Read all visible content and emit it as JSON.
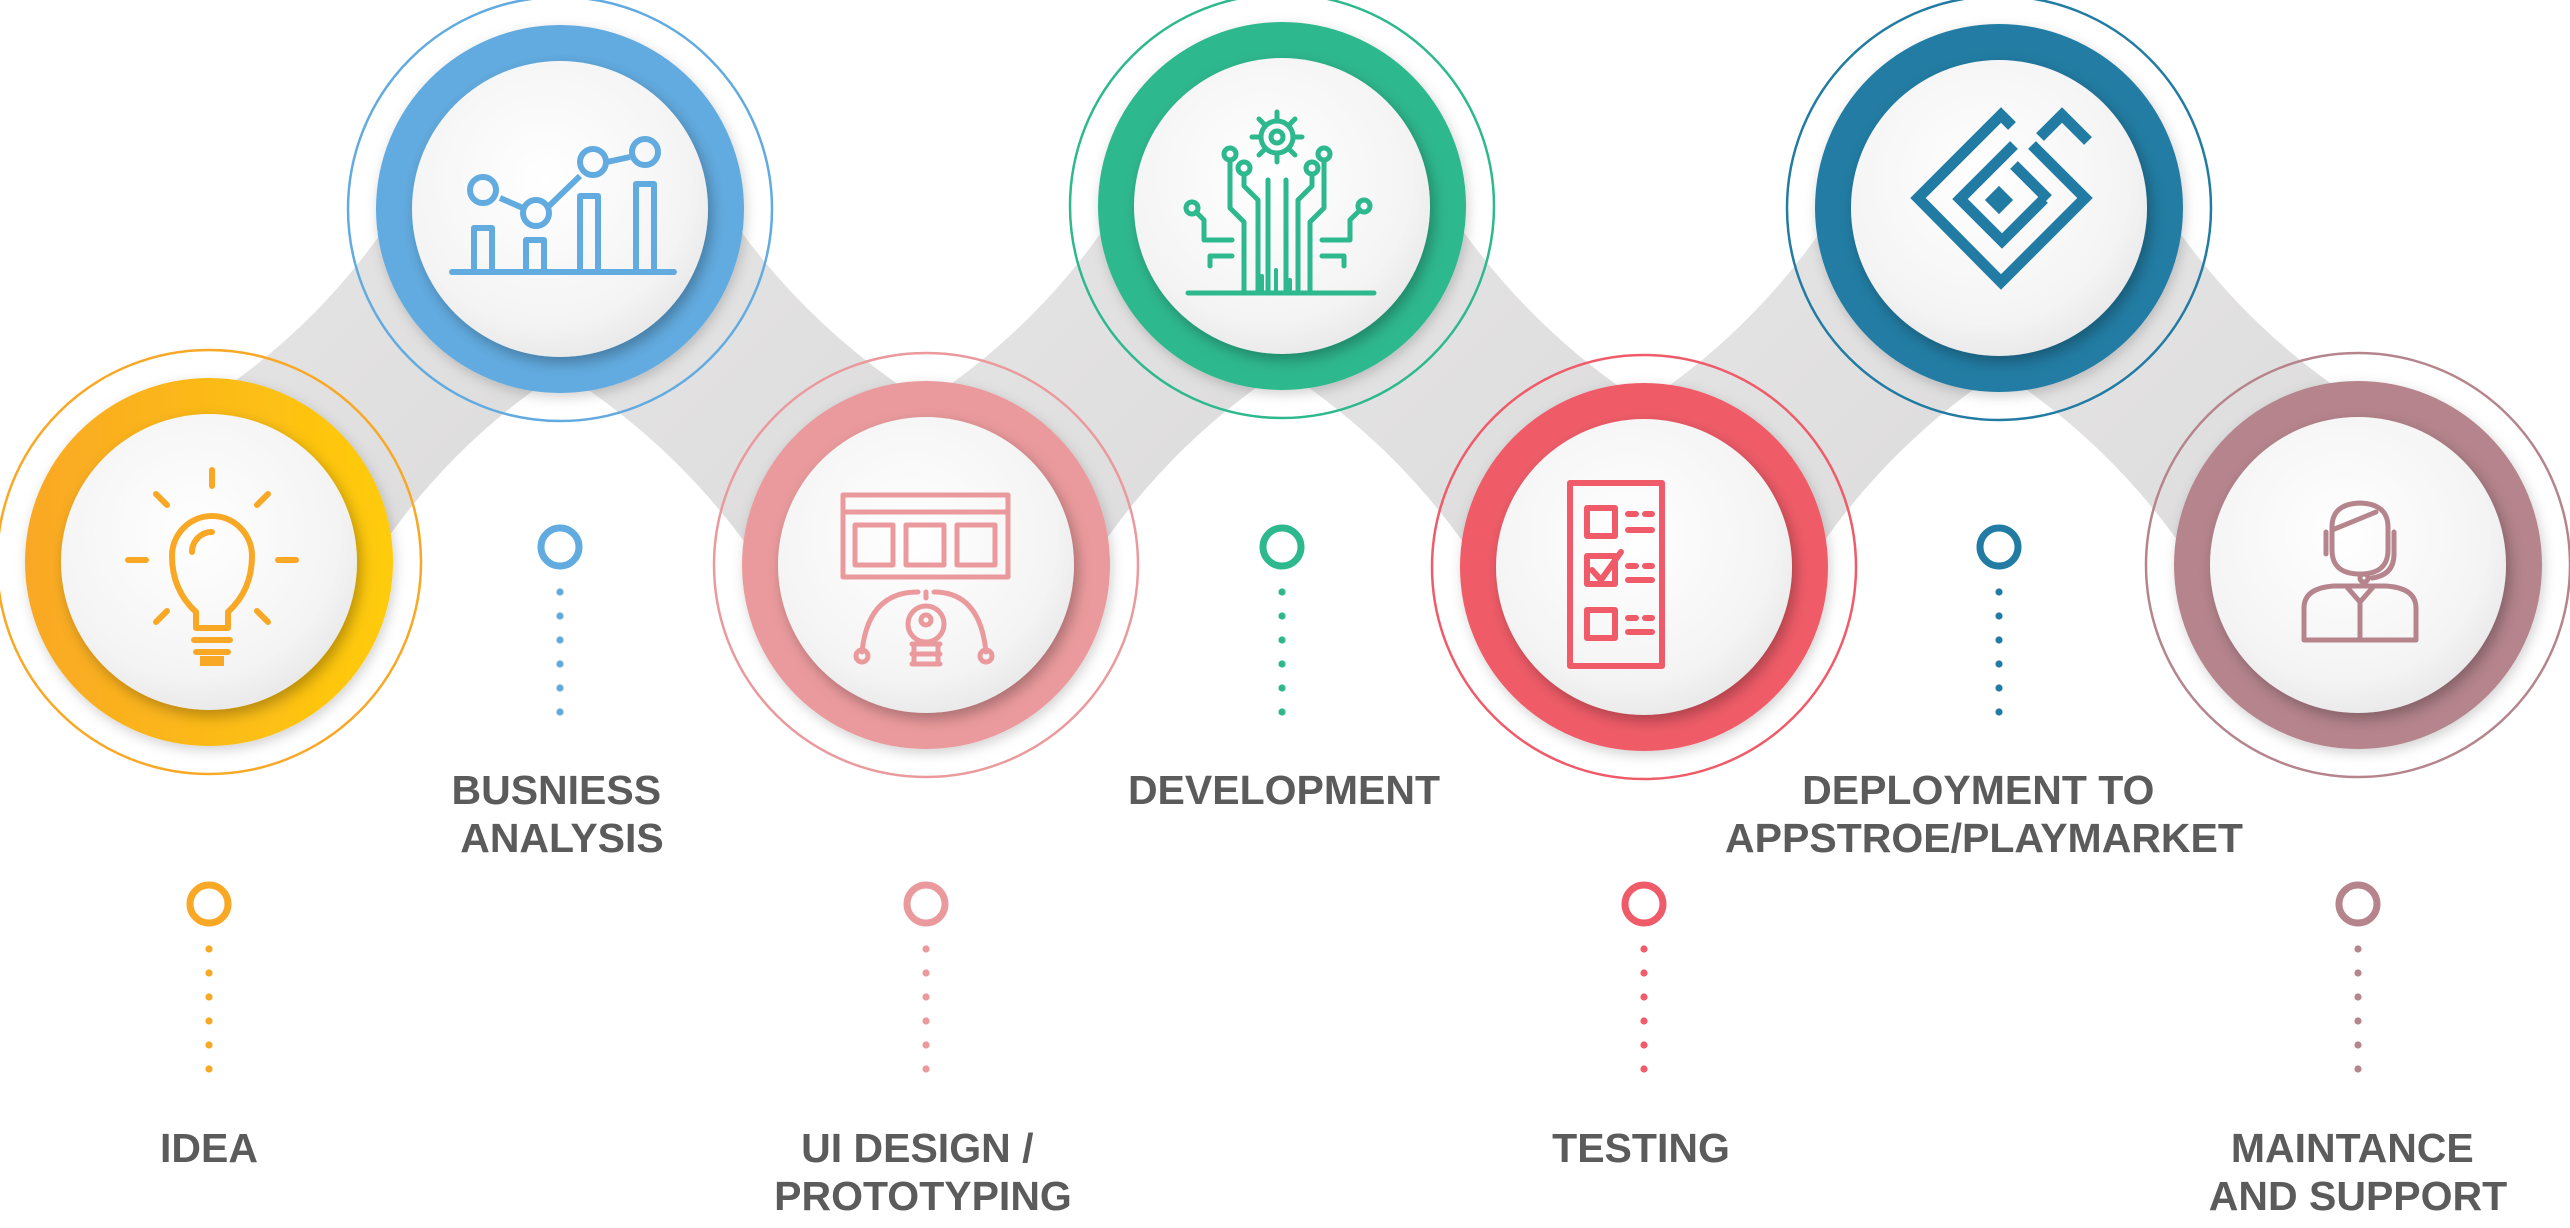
{
  "diagram": {
    "stages": [
      {
        "id": "idea",
        "label_lines": [
          "IDEA"
        ],
        "color": "#F9A825",
        "color_light": "#FFC107",
        "icon": "lightbulb-icon"
      },
      {
        "id": "business-analysis",
        "label_lines": [
          "BUSNIESS",
          "ANALYSIS"
        ],
        "color": "#62ABE0",
        "color_light": "#62ABE0",
        "icon": "analytics-chart-icon"
      },
      {
        "id": "ui-design",
        "label_lines": [
          "UI DESIGN /",
          "PROTOTYPING"
        ],
        "color": "#EA9A9C",
        "color_light": "#EA9A9C",
        "icon": "wireframe-design-icon"
      },
      {
        "id": "development",
        "label_lines": [
          "DEVELOPMENT"
        ],
        "color": "#2DB88E",
        "color_light": "#2DB88E",
        "icon": "circuit-gear-icon"
      },
      {
        "id": "testing",
        "label_lines": [
          "TESTING"
        ],
        "color": "#EF5B68",
        "color_light": "#EF5B68",
        "icon": "checklist-icon"
      },
      {
        "id": "deployment",
        "label_lines": [
          "DEPLOYMENT TO",
          "APPSTROE/PLAYMARKET"
        ],
        "color": "#217BA3",
        "color_light": "#217BA3",
        "icon": "deployment-diamond-icon"
      },
      {
        "id": "maintenance",
        "label_lines": [
          "MAINTANCE",
          "AND SUPPORT"
        ],
        "color": "#B5848D",
        "color_light": "#B5848D",
        "icon": "support-agent-icon"
      }
    ]
  }
}
